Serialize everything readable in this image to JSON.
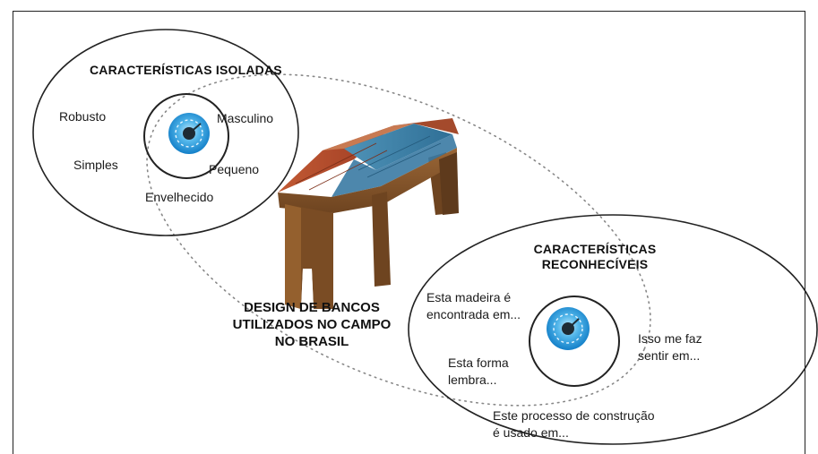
{
  "left_group": {
    "heading": "CARACTERÍSTICAS ISOLADAS",
    "words": {
      "robusto": "Robusto",
      "masculino": "Masculino",
      "simples": "Simples",
      "pequeno": "Pequeno",
      "envelhecido": "Envelhecido"
    }
  },
  "right_group": {
    "heading_line1": "CARACTERÍSTICAS",
    "heading_line2": "RECONHECÍVEIS",
    "phrases": {
      "madeira_line1": "Esta madeira é",
      "madeira_line2": "encontrada em...",
      "sentir_line1": "Isso me faz",
      "sentir_line2": "sentir em...",
      "forma_line1": "Esta forma",
      "forma_line2": "lembra...",
      "processo_line1": "Este processo de construção",
      "processo_line2": "é usado em..."
    }
  },
  "center": {
    "title_line1": "DESIGN DE BANCOS",
    "title_line2": "UTILIZADOS NO CAMPO",
    "title_line3": "NO BRASIL"
  },
  "colors": {
    "eye_blue": "#1a8fd6",
    "eye_light": "#6cc4f0",
    "wood_red": "#b5462a",
    "wood_blue": "#3d7fa8",
    "wood_brown": "#8a5a2e"
  },
  "icons": {
    "eye": "eye-icon",
    "bench": "wooden-bench-illustration"
  }
}
